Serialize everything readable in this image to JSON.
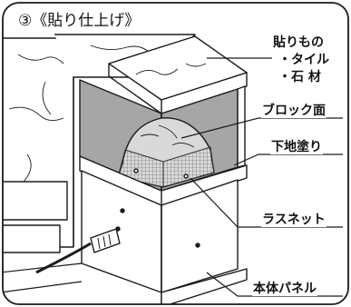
{
  "title": "③《貼り仕上げ》",
  "labels": {
    "facing": "貼りもの",
    "tile": "・タイル",
    "stone": "・石 材",
    "block": "ブロック面",
    "base": "下地塗り",
    "lath": "ラスネット",
    "panel": "本体パネル"
  },
  "colors": {
    "line": "#1a1a1a",
    "panel_shade": "#a6a6a6",
    "stone_fill": "#d9d9d9",
    "mesh": "#555555",
    "background": "#ffffff"
  }
}
